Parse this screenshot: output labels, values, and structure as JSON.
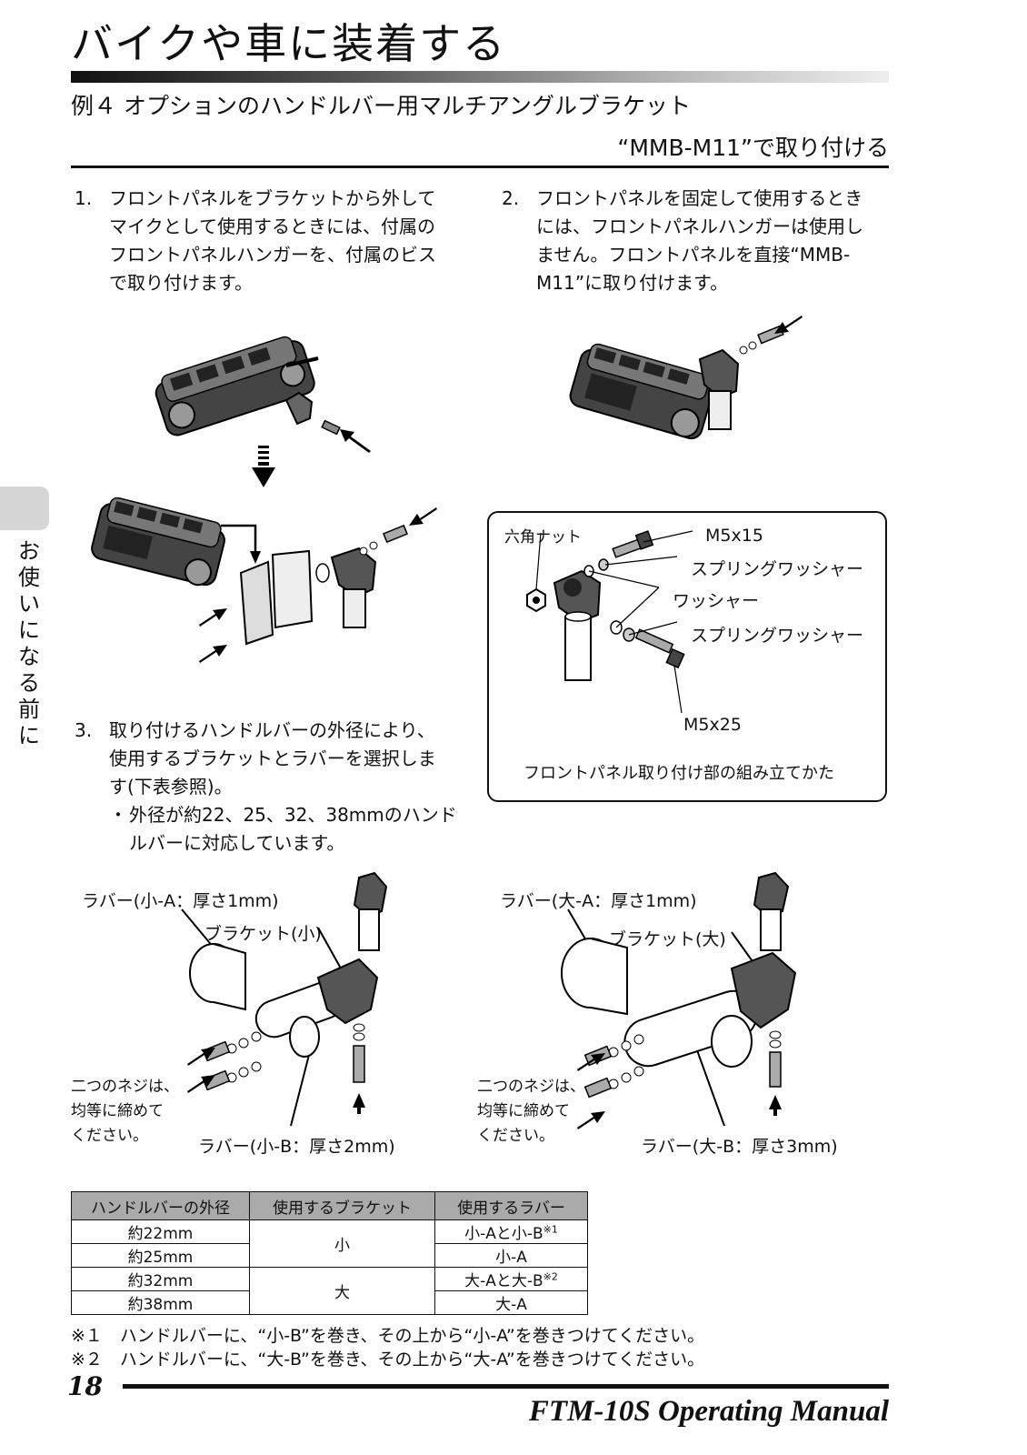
{
  "header": {
    "title": "バイクや車に装着する",
    "subtitle_line1": "例４ オプションのハンドルバー用マルチアングルブラケット",
    "subtitle_line2": "“MMB-M11”で取り付ける"
  },
  "side_tab": {
    "label": "お使いになる前に"
  },
  "steps": [
    {
      "num": "1.",
      "lines": [
        "フロントパネルをブラケットから外して",
        "マイクとして使用するときには、付属の",
        "フロントパネルハンガーを、付属のビス",
        "で取り付けます。"
      ]
    },
    {
      "num": "2.",
      "lines": [
        "フロントパネルを固定して使用するとき",
        "には、フロントパネルハンガーは使用し",
        "ません。フロントパネルを直接“MMB-",
        "M11”に取り付けます。"
      ]
    },
    {
      "num": "3.",
      "lines": [
        "取り付けるハンドルバーの外径により、",
        "使用するブラケットとラバーを選択しま",
        "す(下表参照)。"
      ],
      "bullet": "・",
      "bullet_lines": [
        "外径が約22、25、32、38mmのハンド",
        "ルバーに対応しています。"
      ]
    }
  ],
  "assembly_figure": {
    "caption": "フロントパネル取り付け部の組み立てかた",
    "labels": {
      "hex_nut": "六角ナット",
      "m5x15": "M5x15",
      "spring_washer_1": "スプリングワッシャー",
      "washer": "ワッシャー",
      "spring_washer_2": "スプリングワッシャー",
      "m5x25": "M5x25"
    }
  },
  "bracket_figure_small": {
    "rubber_a": "ラバー(小-A：厚さ1mm)",
    "bracket": "ブラケット(小)",
    "rubber_b": "ラバー(小-B：厚さ2mm)",
    "screw_note": [
      "二つのネジは、",
      "均等に締めて",
      "ください。"
    ]
  },
  "bracket_figure_large": {
    "rubber_a": "ラバー(大-A：厚さ1mm)",
    "bracket": "ブラケット(大)",
    "rubber_b": "ラバー(大-B：厚さ3mm)",
    "screw_note": [
      "二つのネジは、",
      "均等に締めて",
      "ください。"
    ]
  },
  "table": {
    "headers": [
      "ハンドルバーの外径",
      "使用するブラケット",
      "使用するラバー"
    ],
    "rows": [
      {
        "diameter": "約22mm",
        "rubber": "小-Aと小-B",
        "mark": "※1"
      },
      {
        "diameter": "約25mm",
        "rubber": "小-A",
        "mark": ""
      },
      {
        "diameter": "約32mm",
        "rubber": "大-Aと大-B",
        "mark": "※2"
      },
      {
        "diameter": "約38mm",
        "rubber": "大-A",
        "mark": ""
      }
    ],
    "bracket_small": "小",
    "bracket_large": "大"
  },
  "notes": [
    "※１　ハンドルバーに、“小-B”を巻き、その上から“小-A”を巻きつけてください。",
    "※２　ハンドルバーに、“大-B”を巻き、その上から“大-A”を巻きつけてください。"
  ],
  "footer": {
    "page_number": "18",
    "manual_title": "FTM-10S Operating Manual"
  }
}
